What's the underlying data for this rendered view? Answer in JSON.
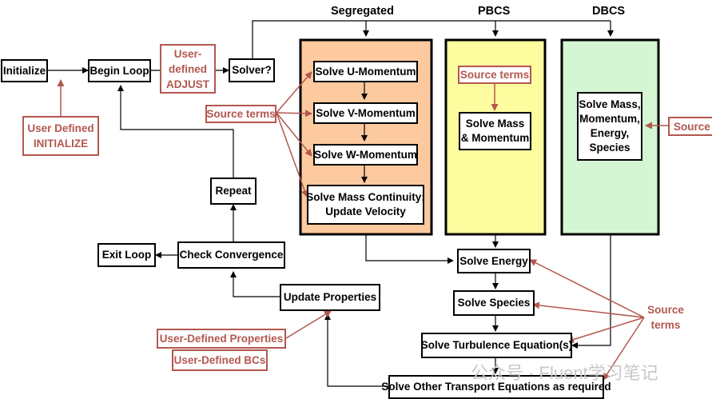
{
  "headers": {
    "segregated": "Segregated",
    "pbcs": "PBCS",
    "dbcs": "DBCS"
  },
  "flow": {
    "initialize": "Initialize",
    "begin_loop": "Begin Loop",
    "solver": "Solver?",
    "repeat": "Repeat",
    "exit_loop": "Exit Loop",
    "check_convergence": "Check Convergence",
    "update_properties": "Update Properties"
  },
  "udf": {
    "adjust_line1": "User-",
    "adjust_line2": "defined",
    "adjust_line3": "ADJUST",
    "initialize_line1": "User Defined",
    "initialize_line2": "INITIALIZE",
    "properties": "User-Defined Properties",
    "bcs": "User-Defined BCs"
  },
  "segregated_steps": {
    "u": "Solve U-Momentum",
    "v": "Solve V-Momentum",
    "w": "Solve W-Momentum",
    "mass_line1": "Solve Mass Continuity;",
    "mass_line2": "Update Velocity"
  },
  "pbcs_steps": {
    "source": "Source terms",
    "solve_line1": "Solve Mass",
    "solve_line2": "& Momentum"
  },
  "dbcs_steps": {
    "line1": "Solve Mass,",
    "line2": "Momentum,",
    "line3": "Energy,",
    "line4": "Species",
    "source": "Source t"
  },
  "common_steps": {
    "energy": "Solve Energy",
    "species": "Solve Species",
    "turbulence": "Solve Turbulence Equation(s)",
    "other": "Solve Other Transport Equations as required"
  },
  "source_terms": {
    "left": "Source terms",
    "right_line1": "Source",
    "right_line2": "terms"
  },
  "watermark": "公众号 · Fluent学习笔记",
  "colors": {
    "segregated_fill": "#fdc99f",
    "pbcs_fill": "#fdfc9f",
    "dbcs_fill": "#d5f6d2",
    "udf_red": "#b3574f"
  }
}
